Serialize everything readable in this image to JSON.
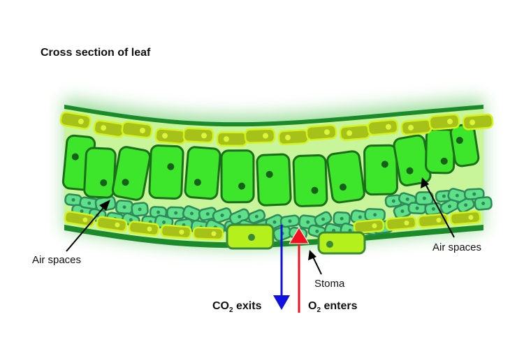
{
  "title": "Cross section of leaf",
  "labels": {
    "air_spaces_left": "Air spaces",
    "air_spaces_right": "Air spaces",
    "stoma": "Stoma",
    "co2_prefix": "CO",
    "co2_sub": "2",
    "co2_suffix": " exits",
    "o2_prefix": "O",
    "o2_sub": "2",
    "o2_suffix": " enters"
  },
  "colors": {
    "cuticle": "#1a8a2a",
    "epidermis": "#a6c21a",
    "epidermis_outline": "#d4f21c",
    "palisade": "#3de62a",
    "palisade_outline": "#1b6e1b",
    "spongy": "#5ee08a",
    "spongy_outline": "#2e8a5a",
    "background_tissue": "#c8f59a",
    "guard_cell": "#b4f01c",
    "co2_arrow": "#1010e0",
    "o2_arrow": "#f01020"
  }
}
